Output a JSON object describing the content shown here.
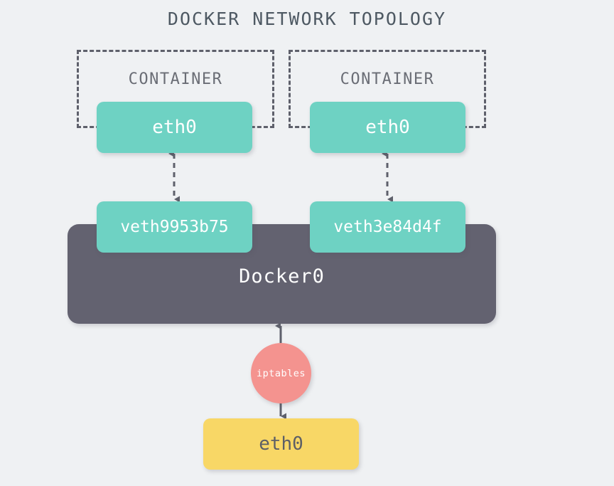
{
  "page": {
    "title": "DOCKER NETWORK TOPOLOGY",
    "background_color": "#eff1f3"
  },
  "colors": {
    "title_text": "#4e5963",
    "frame_border": "#5e606b",
    "frame_label": "#6a6d75",
    "interface_teal": "#6ed2c3",
    "bridge_gray": "#636270",
    "host_yellow": "#f8d766",
    "iptables_salmon": "#f4938f",
    "arrow_gray": "#5e606b",
    "white_text": "#ffffff"
  },
  "containers": [
    {
      "label": "CONTAINER",
      "interface": "eth0"
    },
    {
      "label": "CONTAINER",
      "interface": "eth0"
    }
  ],
  "veth_pairs": [
    {
      "name": "veth9953b75"
    },
    {
      "name": "veth3e84d4f"
    }
  ],
  "bridge": {
    "label": "Docker0"
  },
  "firewall": {
    "label": "iptables"
  },
  "host_interface": {
    "label": "eth0"
  },
  "connections": [
    {
      "from": "container-1-eth0",
      "to": "veth9953b75",
      "style": "dashed",
      "arrows": "both"
    },
    {
      "from": "container-2-eth0",
      "to": "veth3e84d4f",
      "style": "dashed",
      "arrows": "both"
    },
    {
      "from": "iptables",
      "to": "Docker0",
      "style": "solid",
      "arrows": "up"
    },
    {
      "from": "iptables",
      "to": "host-eth0",
      "style": "solid",
      "arrows": "down"
    }
  ]
}
